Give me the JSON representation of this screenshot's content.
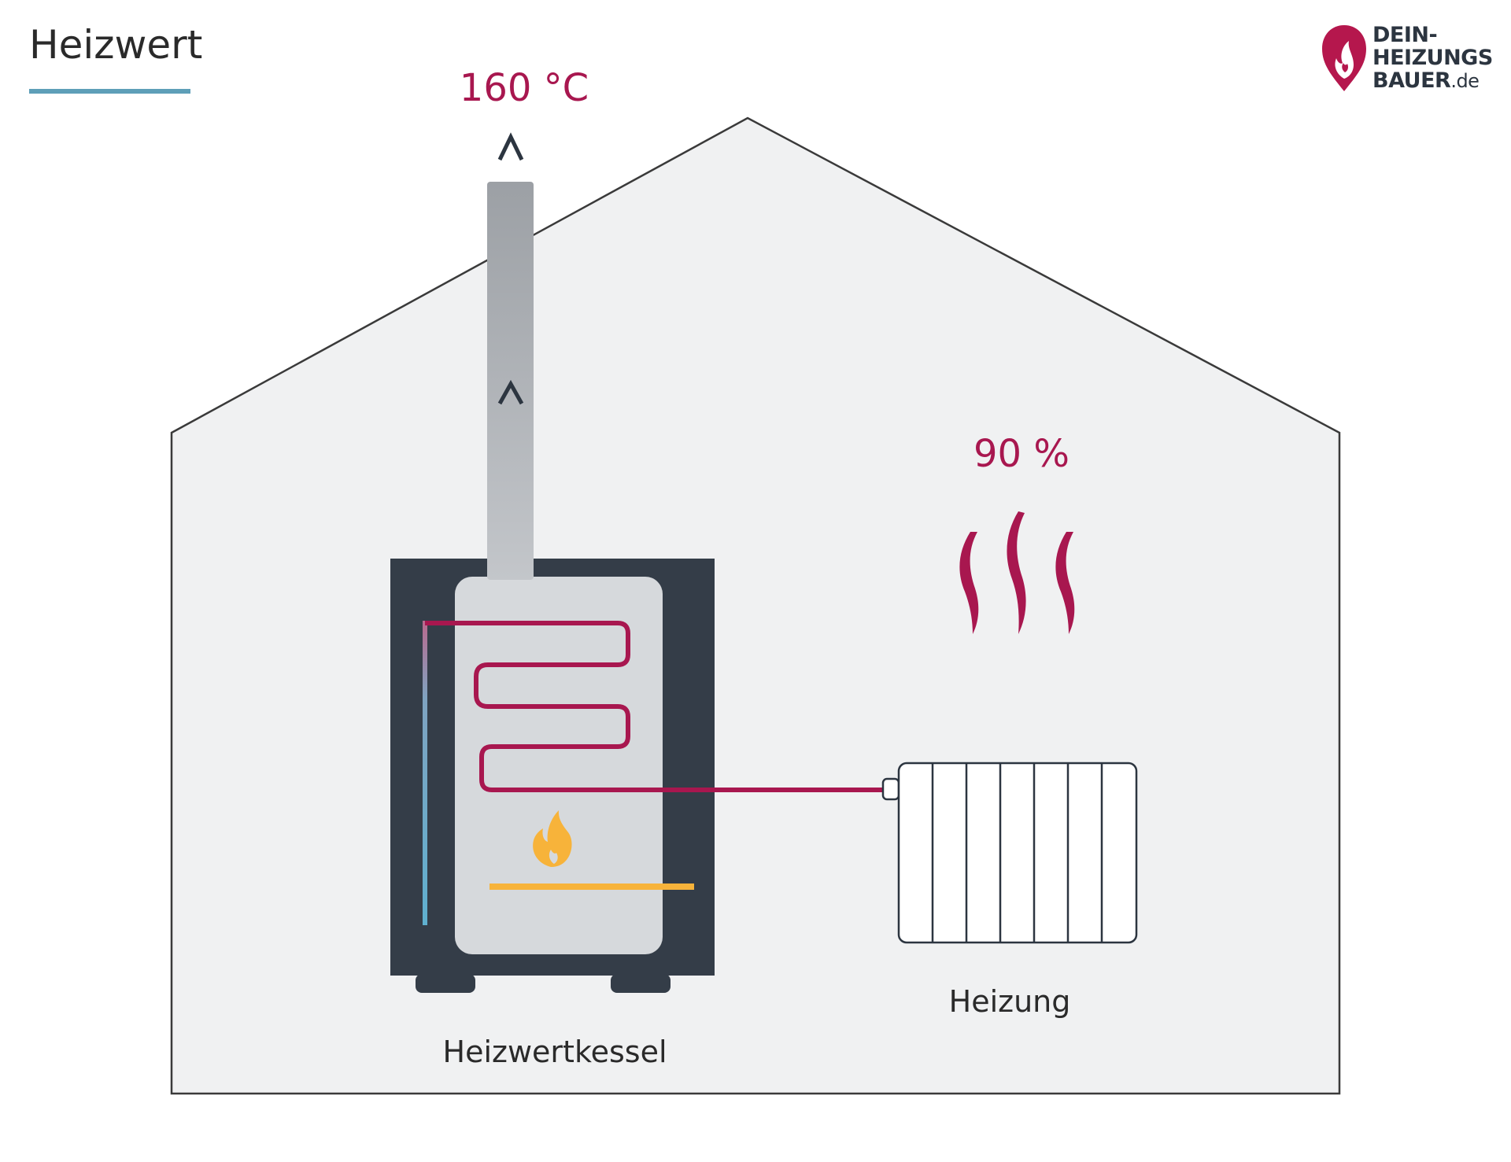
{
  "title": "Heizwert",
  "brand": {
    "lines": [
      "DEIN-",
      "HEIZUNGS",
      "BAUER"
    ],
    "suffix": ".de",
    "color_flame": "#b5174d",
    "color_text": "#2c3540"
  },
  "diagram": {
    "exhaust_temperature": "160 °C",
    "efficiency": "90 %",
    "boiler_label": "Heizwertkessel",
    "radiator_label": "Heizung"
  },
  "colors": {
    "accent": "#a8174f",
    "house_fill": "#f0f1f2",
    "boiler_body": "#343d48",
    "flame": "#f7b33a",
    "return_pipe": "#5fb0cf",
    "underline": "#5e9fb8"
  }
}
